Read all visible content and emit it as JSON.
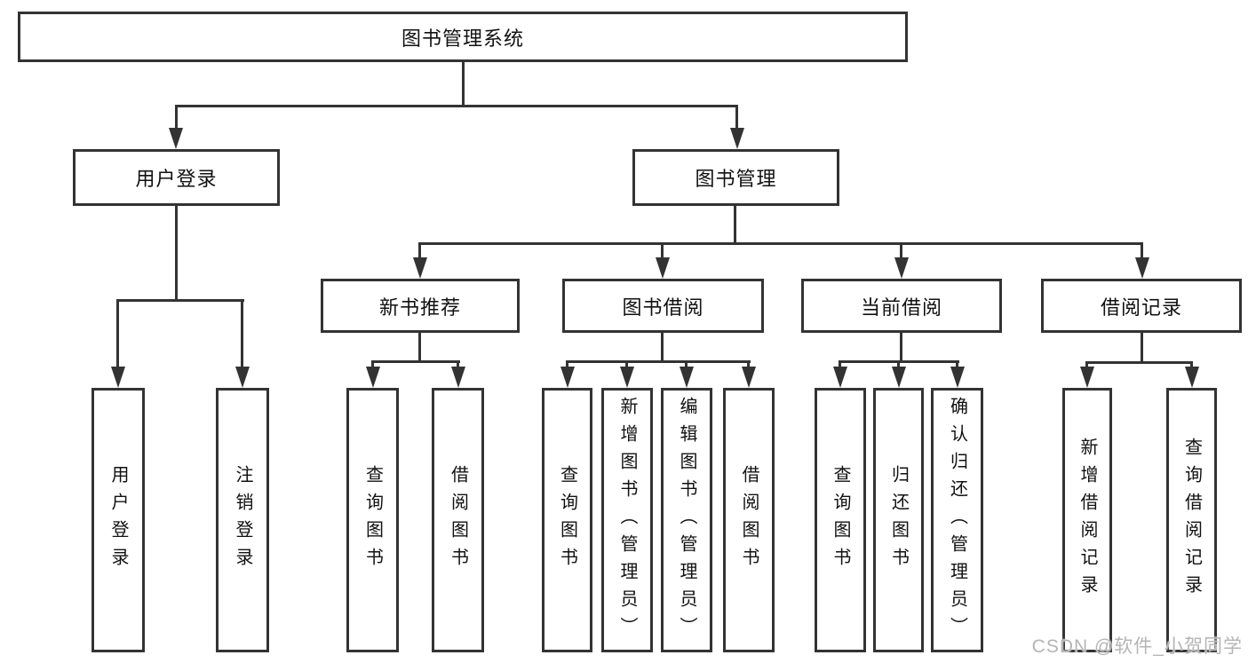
{
  "title": "图书管理系统",
  "nodes": {
    "root": "图书管理系统",
    "level2": [
      "用户登录",
      "图书管理"
    ],
    "level3": [
      "新书推荐",
      "图书借阅",
      "当前借阅",
      "借阅记录"
    ],
    "leaves": [
      "用户登录",
      "注销登录",
      "查询图书",
      "借阅图书",
      "查询图书",
      "新增图书（管理员）",
      "编辑图书（管理员）",
      "借阅图书",
      "查询图书",
      "归还图书",
      "确认归还（管理员）",
      "新增借阅记录",
      "查询借阅记录"
    ]
  },
  "watermark": "CSDN @软件_小贺同学",
  "colors": {
    "line": "#333333",
    "box_border": "#333333",
    "text": "#111111",
    "background": "#ffffff",
    "watermark": "#b5b5b5"
  }
}
